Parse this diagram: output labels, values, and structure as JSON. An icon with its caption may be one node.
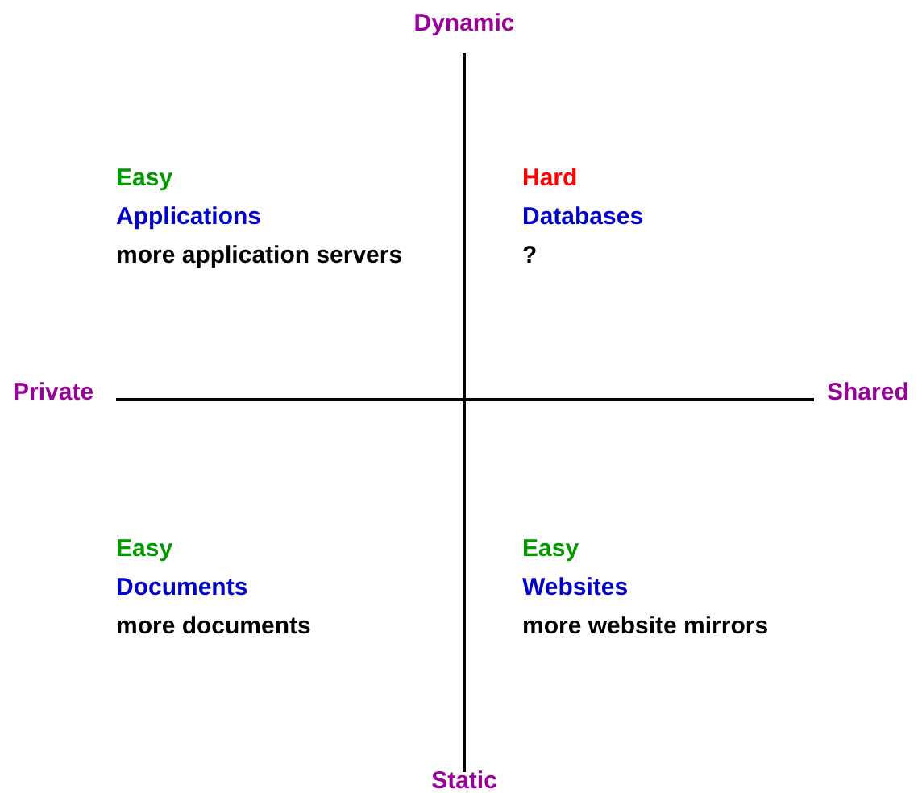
{
  "diagram": {
    "labels": [
      "Dynamic",
      "Easy",
      "Applications",
      "more application servers",
      "Hard",
      "Databases",
      "?",
      "Private",
      "Shared",
      "Easy",
      "Documents",
      "more documents",
      "Easy",
      "Websites",
      "more website mirrors",
      "Static"
    ]
  }
}
